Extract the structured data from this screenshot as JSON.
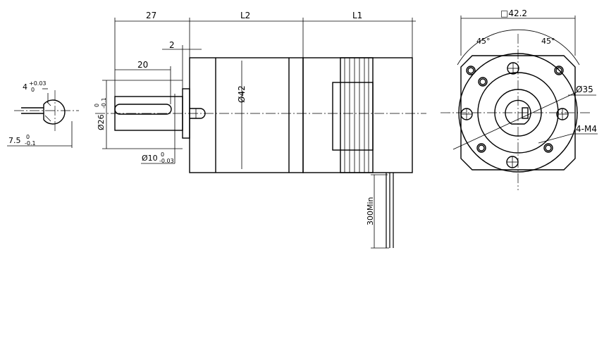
{
  "dimensions": {
    "shaft_length": "27",
    "gearbox_length": "L2",
    "motor_length": "L1",
    "flange_thickness": "2",
    "key_length": "20",
    "body_diameter": "Ø42",
    "pilot_diameter": "Ø26",
    "pilot_tol_upper": "0",
    "pilot_tol_lower": "-0.1",
    "shaft_diameter": "Ø10",
    "shaft_tol_upper": "0",
    "shaft_tol_lower": "-0.03",
    "key_width": "4",
    "key_tol_upper": "+0.03",
    "key_tol_lower": "0",
    "flat_height": "7.5",
    "flat_tol_upper": "0",
    "flat_tol_lower": "-0.1",
    "lead_length": "300Min",
    "flange_square": "□42.2",
    "angle_left": "45°",
    "angle_right": "45°",
    "bolt_circle": "Ø35",
    "mount_holes": "4-M4"
  }
}
